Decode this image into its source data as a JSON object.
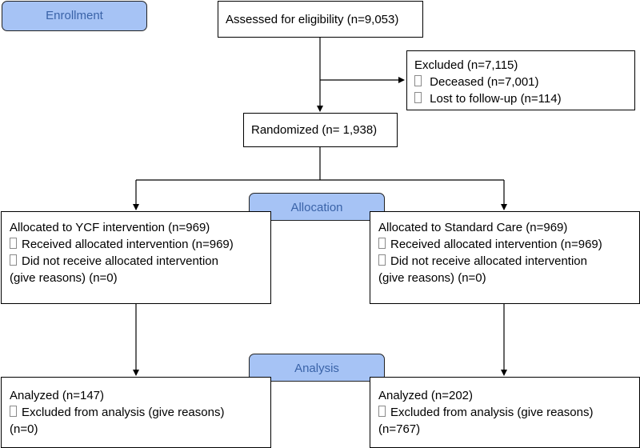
{
  "stages": {
    "enrollment": "Enrollment",
    "allocation": "Allocation",
    "analysis": "Analysis"
  },
  "assessed": {
    "text": "Assessed for eligibility (n=9,053)"
  },
  "excluded": {
    "title": "Excluded (n=7,115)",
    "items": [
      "Deceased (n=7,001)",
      "Lost to follow-up (n=114)"
    ]
  },
  "randomized": {
    "text": "Randomized (n= 1,938)"
  },
  "allocated_ycf": {
    "title": "Allocated to YCF intervention (n=969)",
    "received": "Received allocated intervention (n=969)",
    "not_received": "Did not receive allocated intervention",
    "reasons": "(give reasons) (n=0)"
  },
  "allocated_standard": {
    "title": "Allocated to Standard Care (n=969)",
    "received": "Received allocated intervention (n=969)",
    "not_received": "Did not receive allocated intervention",
    "reasons": "(give reasons) (n=0)"
  },
  "analyzed_ycf": {
    "title": "Analyzed (n=147)",
    "excluded": "Excluded from analysis (give reasons)",
    "excluded_n": "(n=0)"
  },
  "analyzed_standard": {
    "title": "Analyzed (n=202)",
    "excluded": "Excluded from analysis (give reasons)",
    "excluded_n": "(n=767)"
  },
  "colors": {
    "stage_fill": "#a6c3f5",
    "stage_text": "#3a63a8",
    "line": "#000000"
  }
}
